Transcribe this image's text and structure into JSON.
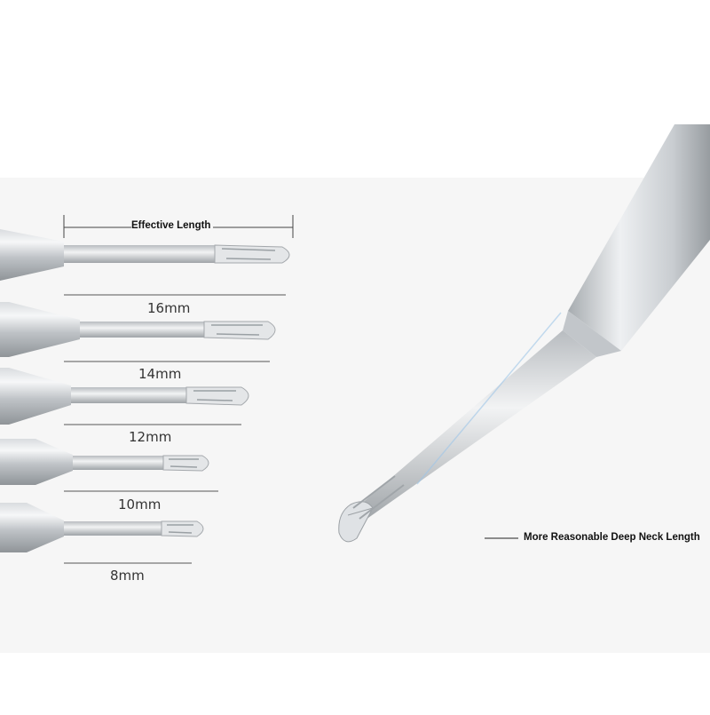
{
  "colors": {
    "background": "#ffffff",
    "band": "#f5f5f5",
    "steel_light": "#eceef0",
    "steel_mid": "#c4c8cc",
    "steel_dark": "#8e9397",
    "line": "#555555"
  },
  "annotations": {
    "effective_length": "Effective Length",
    "deep_neck": "More Reasonable Deep Neck Length"
  },
  "tools": [
    {
      "length_label": "16mm"
    },
    {
      "length_label": "14mm"
    },
    {
      "length_label": "12mm"
    },
    {
      "length_label": "10mm"
    },
    {
      "length_label": "8mm"
    }
  ]
}
